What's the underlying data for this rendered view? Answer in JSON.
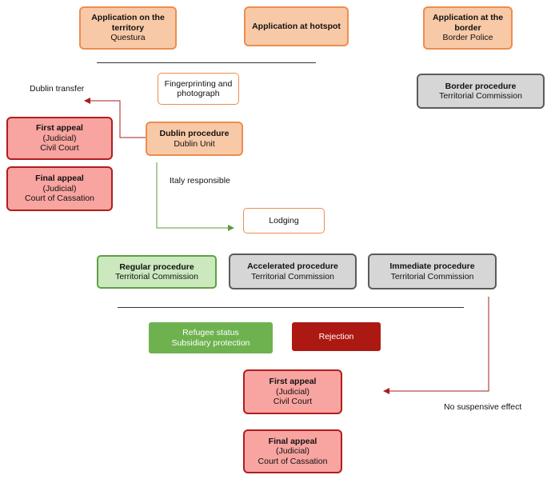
{
  "colors": {
    "orange_fill": "#f8c9a7",
    "orange_border": "#ed8d4e",
    "grey_fill": "#d6d6d6",
    "grey_border": "#5b5b5b",
    "red_fill": "#f8a4a0",
    "red_border": "#b01e1e",
    "light_green_fill": "#cbe8be",
    "green": "#6db24f",
    "dark_red": "#ac1912",
    "connector_red": "#a51f1f",
    "connector_green": "#5f9a3d"
  },
  "nodes": {
    "territory": {
      "title": "Application on the territory",
      "sub": "Questura"
    },
    "hotspot": {
      "title": "Application at hotspot"
    },
    "border": {
      "title": "Application at the border",
      "sub": "Border Police"
    },
    "fingerprinting": {
      "text": "Fingerprinting and photograph"
    },
    "border_procedure": {
      "title": "Border procedure",
      "sub": "Territorial Commission"
    },
    "dublin_procedure": {
      "title": "Dublin procedure",
      "sub": "Dublin Unit"
    },
    "dublin_first_appeal": {
      "title": "First appeal",
      "line2": "(Judicial)",
      "line3": "Civil Court"
    },
    "dublin_final_appeal": {
      "title": "Final appeal",
      "line2": "(Judicial)",
      "line3": "Court of Cassation"
    },
    "lodging": {
      "text": "Lodging"
    },
    "regular": {
      "title": "Regular procedure",
      "sub": "Territorial Commission"
    },
    "accelerated": {
      "title": "Accelerated procedure",
      "sub": "Territorial Commission"
    },
    "immediate": {
      "title": "Immediate procedure",
      "sub": "Territorial Commission"
    },
    "refugee": {
      "line1": "Refugee status",
      "line2": "Subsidiary protection"
    },
    "rejection": {
      "text": "Rejection"
    },
    "first_appeal": {
      "title": "First appeal",
      "line2": "(Judicial)",
      "line3": "Civil Court"
    },
    "final_appeal": {
      "title": "Final appeal",
      "line2": "(Judicial)",
      "line3": "Court of Cassation"
    }
  },
  "labels": {
    "dublin_transfer": "Dublin transfer",
    "italy_responsible": "Italy responsible",
    "no_suspensive_effect": "No suspensive effect"
  }
}
